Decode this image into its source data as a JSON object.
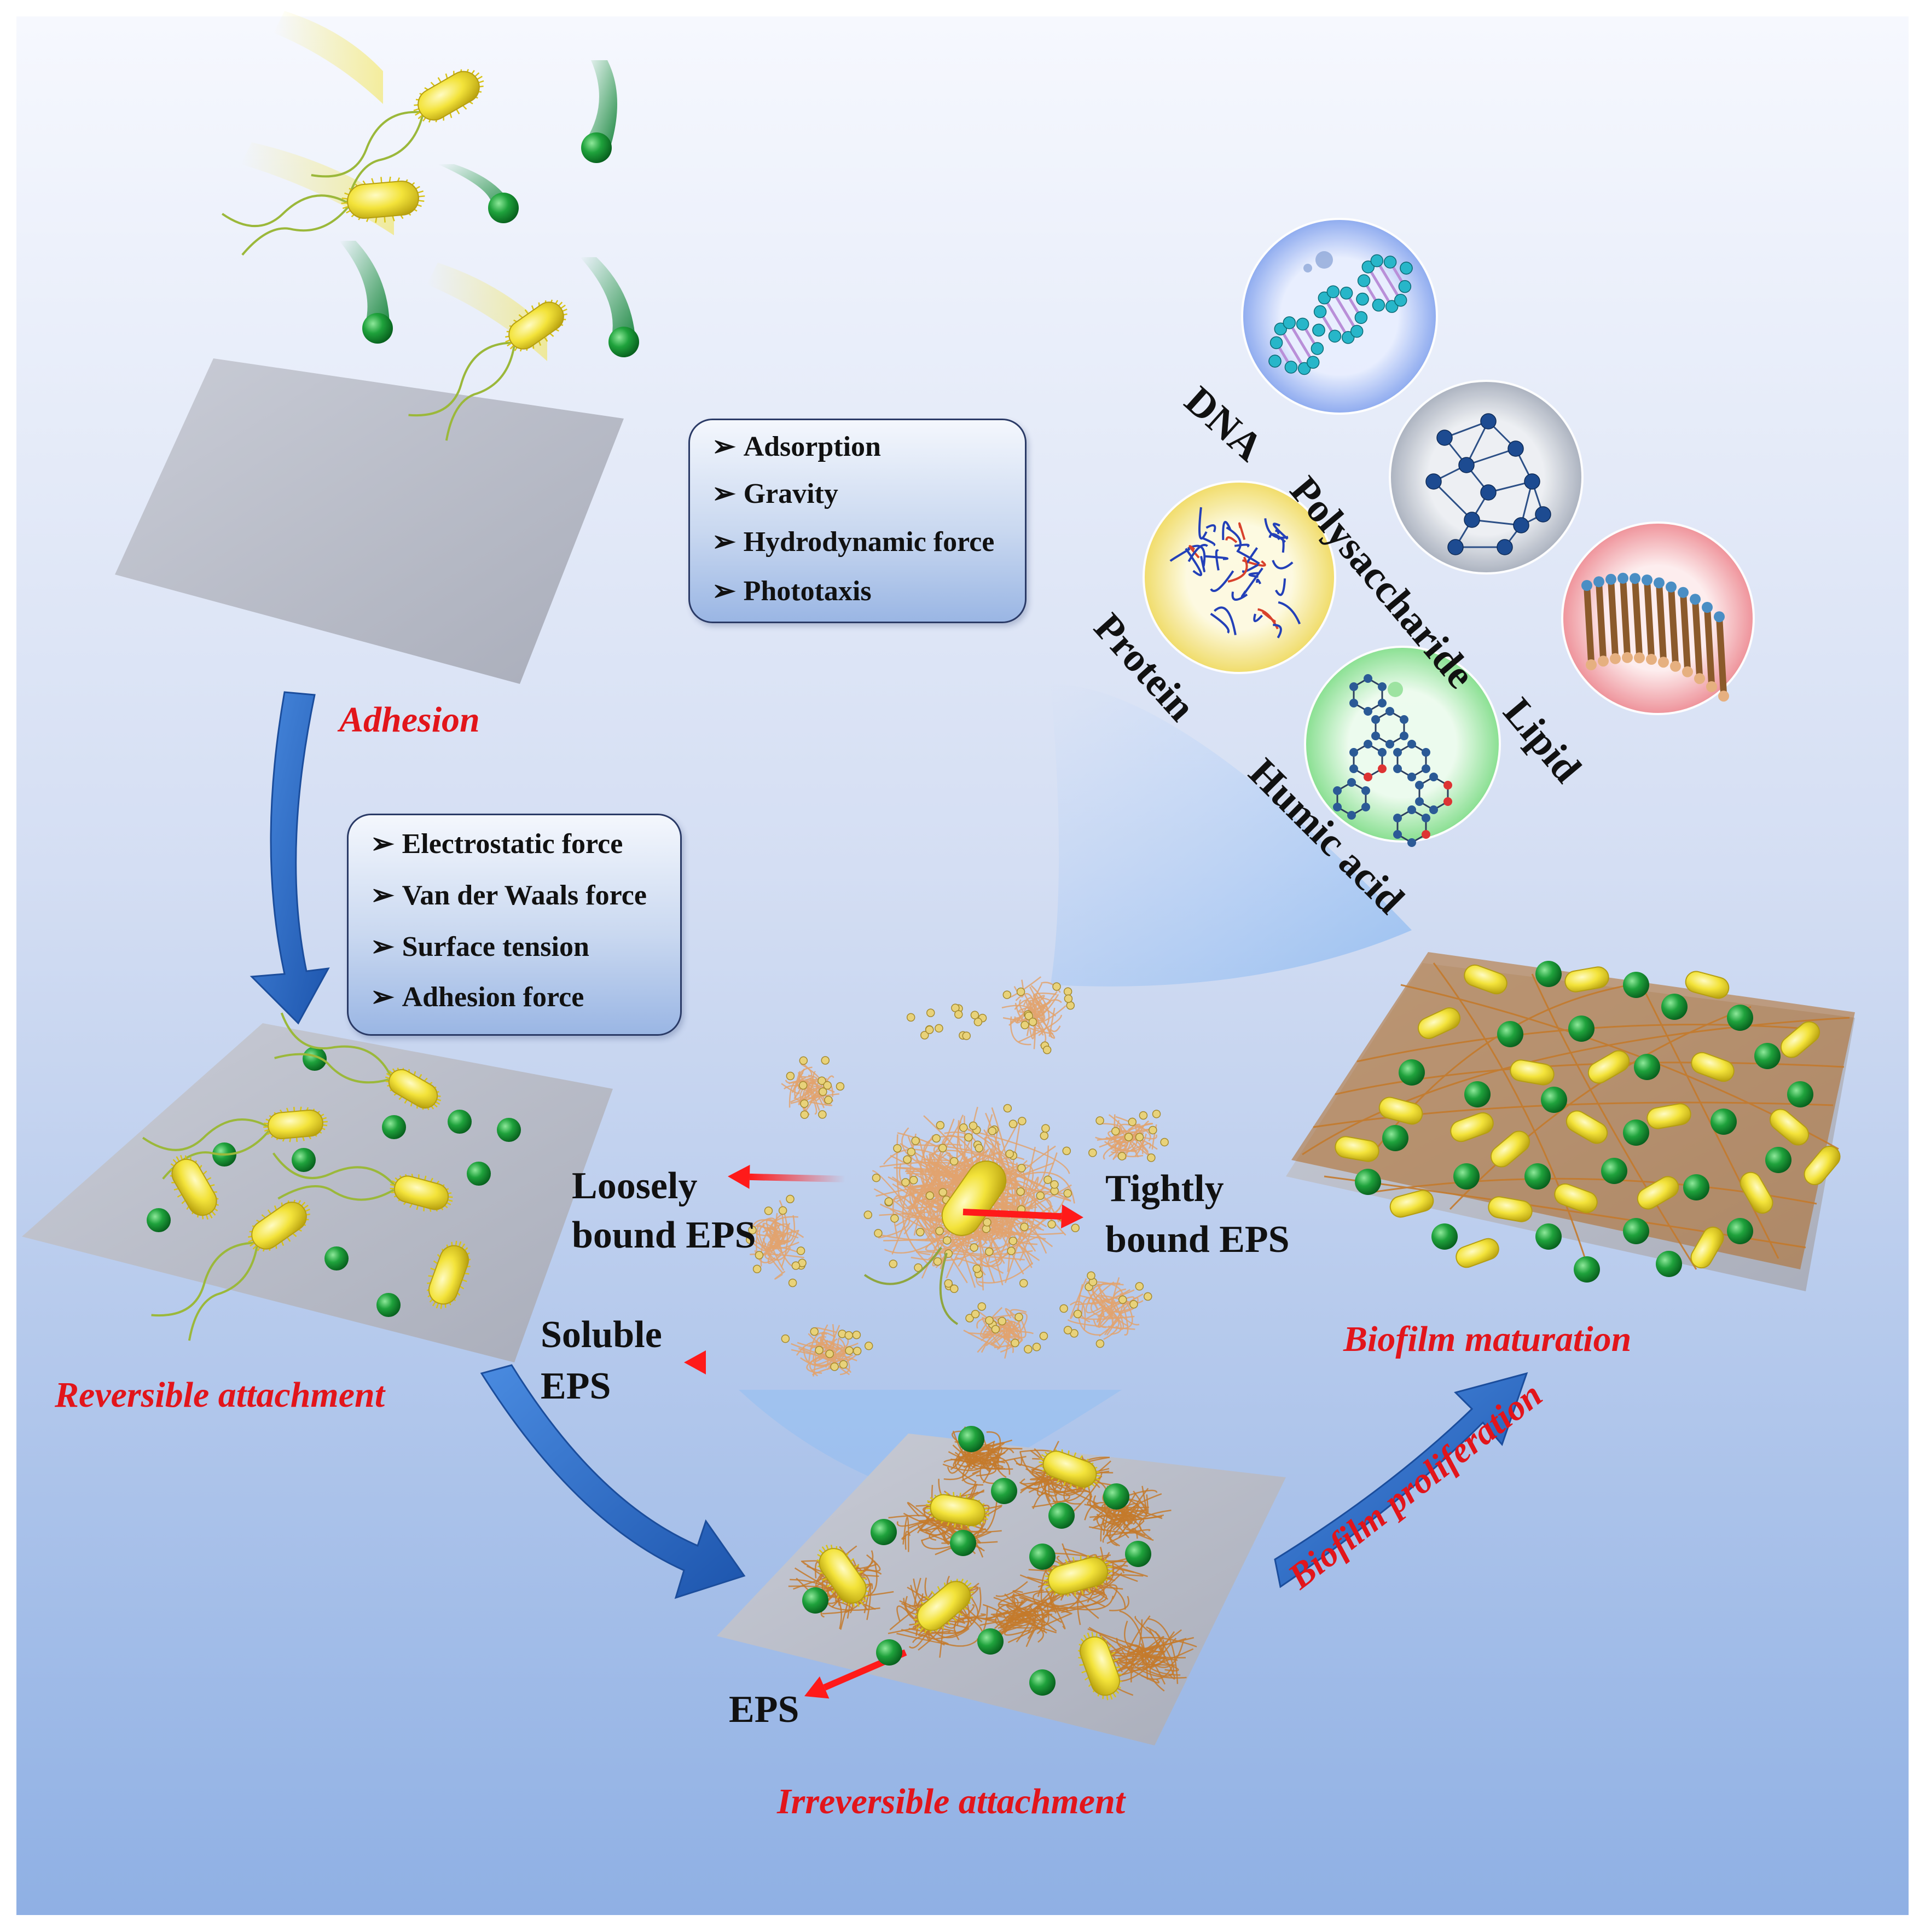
{
  "stages": {
    "adhesion": "Adhesion",
    "reversible": "Reversible attachment",
    "irreversible": "Irreversible attachment",
    "maturation": "Biofilm maturation",
    "proliferation": "Biofilm proliferation"
  },
  "box_adhesion_forces": {
    "items": [
      "Adsorption",
      "Gravity",
      "Hydrodynamic force",
      "Phototaxis"
    ]
  },
  "box_attachment_forces": {
    "items": [
      "Electrostatic force",
      "Van der Waals force",
      "Surface tension",
      "Adhesion force"
    ]
  },
  "eps_components": [
    "DNA",
    "Polysaccharide",
    "Protein",
    "Lipid",
    "Humic acid"
  ],
  "eps_labels": {
    "loosely_line1": "Loosely",
    "loosely_line2": "bound EPS",
    "tightly_line1": "Tightly",
    "tightly_line2": "bound EPS",
    "soluble_line1": "Soluble",
    "soluble_line2": "EPS",
    "eps": "EPS"
  },
  "bullet_marker": "➢",
  "colors": {
    "label_red": "#e2151b",
    "arrow_blue": "#2f6fc8",
    "bacteria_yellow": "#f2e23a",
    "sphere_green": "#1e9a3a",
    "eps_orange": "#c47a2c"
  }
}
